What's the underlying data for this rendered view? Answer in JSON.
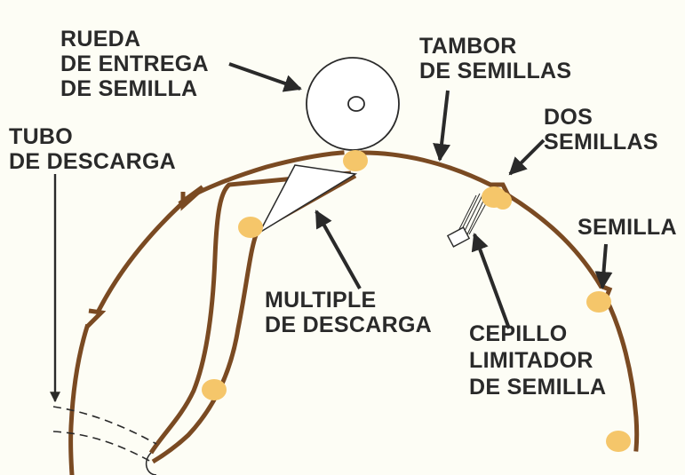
{
  "colors": {
    "background": "#fdfdf5",
    "drum": "#7a4a22",
    "seed": "#f5c66a",
    "ink": "#2a2a2a"
  },
  "labels": {
    "rueda_line1": "RUEDA",
    "rueda_line2": "DE ENTREGA",
    "rueda_line3": "DE SEMILLA",
    "tambor_line1": "TAMBOR",
    "tambor_line2": "DE SEMILLAS",
    "dos_line1": "DOS",
    "dos_line2": "SEMILLAS",
    "tubo_line1": "TUBO",
    "tubo_line2": "DE DESCARGA",
    "semilla": "SEMILLA",
    "multiple_line1": "MULTIPLE",
    "multiple_line2": "DE DESCARGA",
    "cepillo_line1": "CEPILLO",
    "cepillo_line2": "LIMITADOR",
    "cepillo_line3": "DE SEMILLA"
  }
}
